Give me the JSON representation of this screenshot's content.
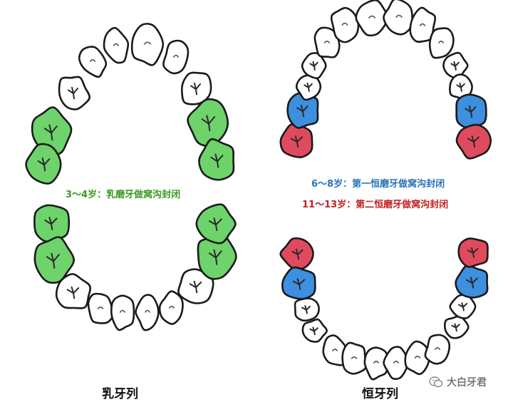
{
  "labels": {
    "primary_sealant": "3～4岁：乳磨牙做窝沟封闭",
    "first_molar_sealant": "6～8岁：第一恒磨牙做窝沟封闭",
    "second_molar_sealant": "11～13岁：第二恒磨牙做窝沟封闭"
  },
  "titles": {
    "primary_arch": "乳牙列",
    "permanent_arch": "恒牙列"
  },
  "watermark": {
    "text": "大白牙君",
    "icon": "wechat-icon"
  },
  "colors": {
    "primary_molars": "#6ed36a",
    "first_permanent_molars": "#3d8fe0",
    "second_permanent_molars": "#e04a5e",
    "tooth_outline": "#1a1a1a",
    "tooth_fill": "#ffffff"
  }
}
